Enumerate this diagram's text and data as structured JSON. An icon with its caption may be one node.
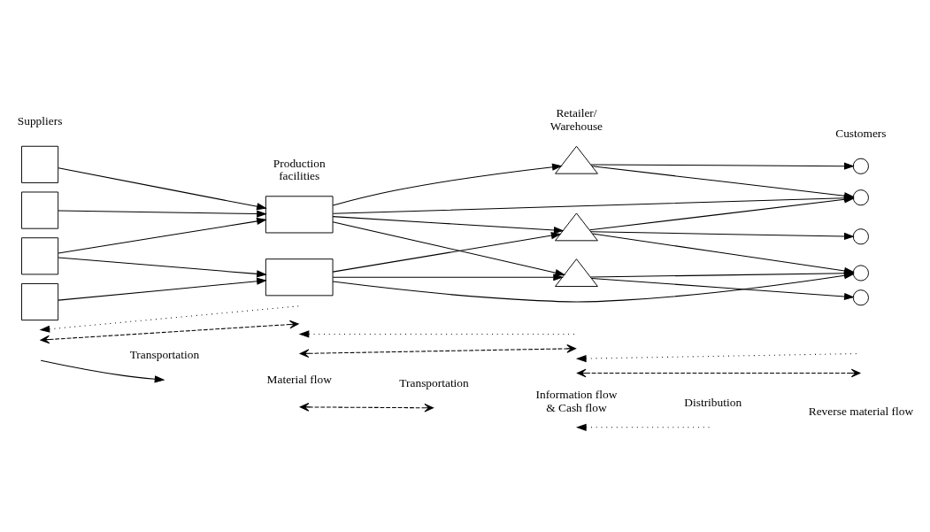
{
  "diagram": {
    "nodes": [
      {
        "text": [],
        "shape": "box"
      },
      {
        "text": [],
        "shape": "box"
      },
      {
        "text": [],
        "shape": "box"
      },
      {
        "text": [],
        "shape": "box"
      },
      {
        "text": [],
        "shape": "box"
      },
      {
        "text": [],
        "shape": "box"
      },
      {
        "text": [],
        "shape": "triangle"
      },
      {
        "text": [],
        "shape": "triangle"
      },
      {
        "text": [],
        "shape": "triangle"
      },
      {
        "text": [],
        "shape": "circle"
      },
      {
        "text": [],
        "shape": "circle"
      },
      {
        "text": [],
        "shape": "circle"
      },
      {
        "text": [],
        "shape": "circle"
      },
      {
        "text": [],
        "shape": "circle"
      }
    ],
    "edges": [
      {
        "from": 0,
        "to": 4,
        "arrow": "to"
      },
      {
        "from": 1,
        "to": 4,
        "arrow": "to"
      },
      {
        "from": 2,
        "to": 4,
        "arrow": "to"
      },
      {
        "from": 2,
        "to": 5,
        "arrow": "to"
      },
      {
        "from": 3,
        "to": 5,
        "arrow": "to"
      },
      {
        "from": 4,
        "to": 6,
        "arrow": "to"
      },
      {
        "from": 4,
        "to": 10,
        "arrow": "to"
      },
      {
        "from": 4,
        "to": 7,
        "arrow": "to"
      },
      {
        "from": 4,
        "to": 8,
        "arrow": "to"
      },
      {
        "from": 5,
        "to": 7,
        "arrow": "to"
      },
      {
        "from": 5,
        "to": 12,
        "arrow": "to"
      },
      {
        "from": 5,
        "to": 8,
        "arrow": "to"
      },
      {
        "from": 6,
        "to": 9,
        "arrow": "to"
      },
      {
        "from": 6,
        "to": 10,
        "arrow": "to"
      },
      {
        "from": 7,
        "to": 10,
        "arrow": "to"
      },
      {
        "from": 7,
        "to": 11,
        "arrow": "to"
      },
      {
        "from": 7,
        "to": 12,
        "arrow": "to"
      },
      {
        "from": 8,
        "to": 12,
        "arrow": "to"
      },
      {
        "from": 8,
        "to": 13,
        "arrow": "to"
      }
    ],
    "labels": [
      "Suppliers",
      "Production facilities",
      "Retailer/ Warehouse",
      "Distribution",
      "Customers",
      "Transportation",
      "Transportation"
    ],
    "legend": [
      {
        "text": "Material flow"
      },
      {
        "text": "Information flow & Cash flow"
      },
      {
        "text": "Reverse material flow"
      }
    ]
  }
}
